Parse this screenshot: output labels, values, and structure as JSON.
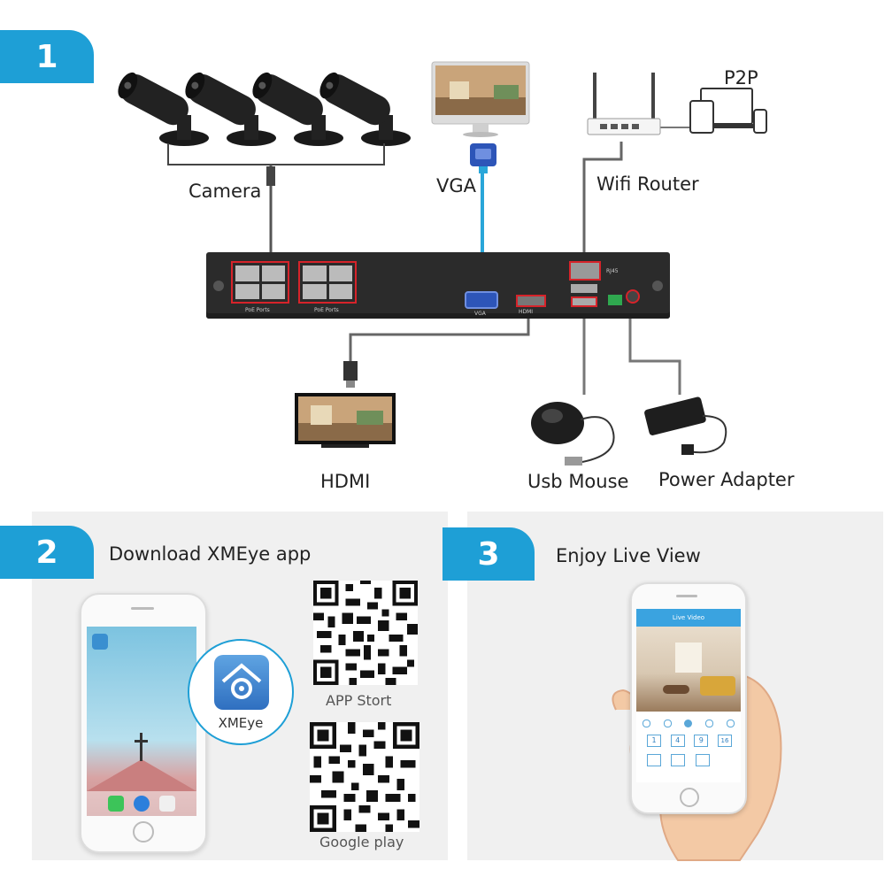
{
  "steps": {
    "one": "1",
    "two": "2",
    "three": "3"
  },
  "diagram": {
    "camera": "Camera",
    "vga": "VGA",
    "wifi_router": "Wifi Router",
    "p2p": "P2P",
    "hdmi": "HDMI",
    "usb_mouse": "Usb Mouse",
    "power_adapter": "Power Adapter",
    "nvr_port_labels": {
      "poe_ports_left": "PoE Ports",
      "poe_ports_right": "PoE Ports",
      "vga_port": "VGA",
      "rj45": "RJ45",
      "hdmi_port": "HDMI"
    }
  },
  "download": {
    "title": "Download XMEye app",
    "app_name": "XMEye",
    "app_store": "APP  Stort",
    "google_play": "Google play"
  },
  "live": {
    "title": "Enjoy Live View",
    "screen_title": "Live Video",
    "grid_buttons": [
      "1",
      "4",
      "9",
      "16"
    ]
  },
  "colors": {
    "accent": "#1e9fd6",
    "cable_blue": "#29a6d9",
    "highlight_red": "#d6232a"
  }
}
